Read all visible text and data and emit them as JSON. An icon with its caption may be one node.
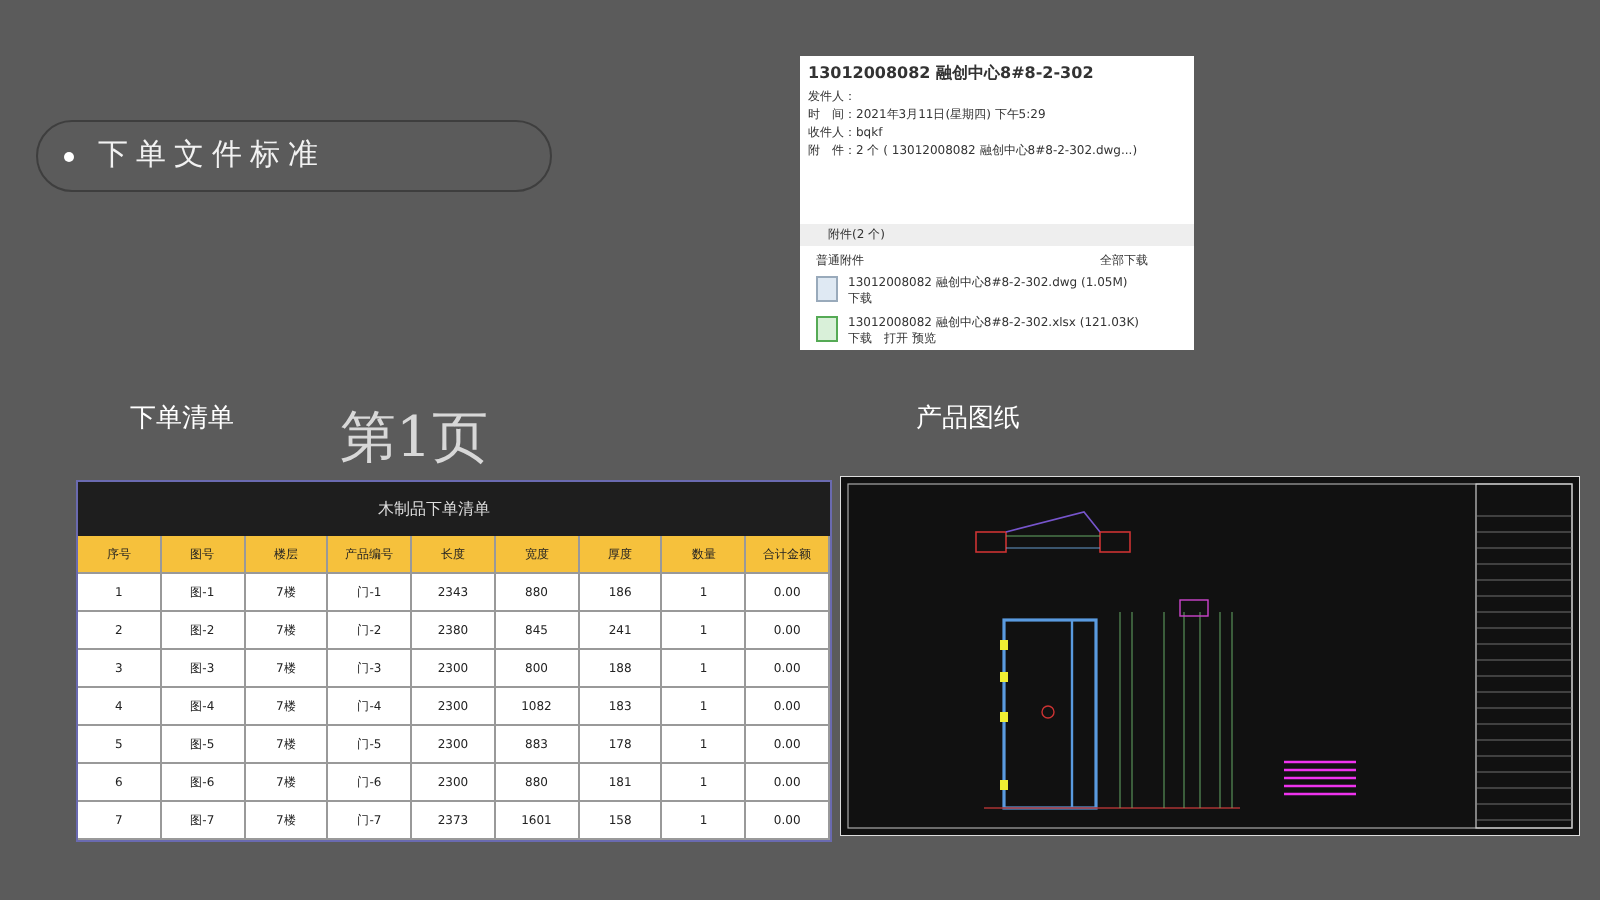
{
  "diagram": {
    "title": "下单文件标准",
    "labels": [
      "13012008082 融创中心8#8-2-302",
      "发件人：",
      "时　间：2021年3月11日(星期四) 下午5:29",
      "收件人：bqkf",
      "附　件：2 个 ( 13012008082 融创中心8#8-2-302.dwg...)",
      "附件(2 个)",
      "普通附件",
      "全部下载",
      "13012008082 融创中心8#8-2-302.dwg (1.05M)",
      "下载",
      "13012008082 融创中心8#8-2-302.xlsx (121.03K)",
      "下载",
      "打开",
      "预览",
      "下单清单",
      "产品图纸",
      "木制品下单清单",
      "序号",
      "图号",
      "楼层",
      "产品编号",
      "长度",
      "宽度",
      "厚度",
      "数量",
      "合计金额",
      "1",
      "图-1",
      "7楼",
      "门-1",
      "2343",
      "880",
      "186",
      "1",
      "0.00",
      "2",
      "图-2",
      "7楼",
      "门-2",
      "2380",
      "845",
      "241",
      "1",
      "0.00",
      "3",
      "图-3",
      "7楼",
      "门-3",
      "2300",
      "800",
      "188",
      "1",
      "0.00",
      "4",
      "图-4",
      "7楼",
      "门-4",
      "2300",
      "1082",
      "183",
      "1",
      "0.00",
      "5",
      "图-5",
      "7楼",
      "门-5",
      "2300",
      "883",
      "178",
      "1",
      "0.00",
      "6",
      "图-6",
      "7楼",
      "门-6",
      "2300",
      "880",
      "181",
      "1",
      "0.00",
      "7",
      "图-7",
      "7楼",
      "门-7",
      "2373",
      "1601",
      "158",
      "1",
      "0.00",
      "第1页"
    ]
  }
}
